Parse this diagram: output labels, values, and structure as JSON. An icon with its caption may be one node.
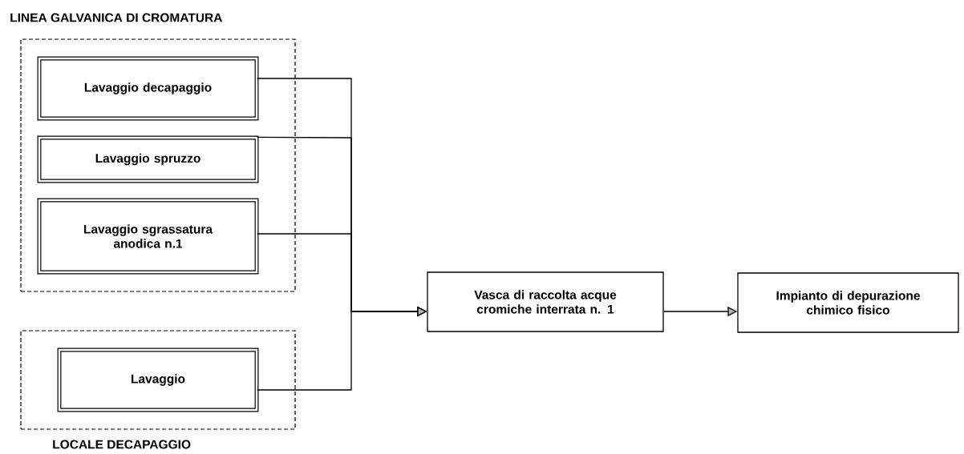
{
  "diagram": {
    "nodes": [
      {
        "text": [
          "LINEA GALVANICA DI CROMATURA"
        ]
      },
      {
        "text": [
          "Lavaggio decapaggio"
        ],
        "in": 0
      },
      {
        "text": [
          "Lavaggio spruzzo"
        ],
        "in": 0
      },
      {
        "text": [
          "Lavaggio sgrassatura anodica n.1"
        ],
        "in": 0
      },
      {
        "text": [
          "LOCALE DECAPAGGIO"
        ]
      },
      {
        "text": [
          "Lavaggio"
        ],
        "in": 4
      },
      {
        "text": [
          "Vasca di raccolta acque cromiche interrata n. 1"
        ]
      },
      {
        "text": [
          "Impianto di depurazione chimico fisico"
        ]
      }
    ],
    "edges": [
      {
        "from": 1,
        "to": 6,
        "arrow": "to"
      },
      {
        "from": 2,
        "to": 6,
        "arrow": "to"
      },
      {
        "from": 3,
        "to": 6,
        "arrow": "to"
      },
      {
        "from": 5,
        "to": 6,
        "arrow": "to"
      },
      {
        "from": 6,
        "to": 7,
        "arrow": "to"
      }
    ]
  }
}
